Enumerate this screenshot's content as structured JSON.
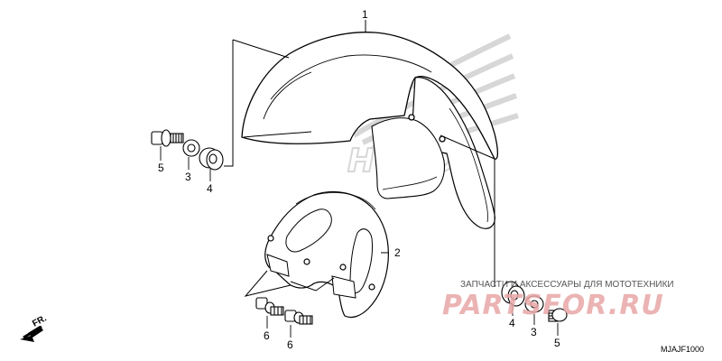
{
  "callouts": {
    "front_fender": "1",
    "fender_stay": "2",
    "washer_left": "3",
    "grommet_left": "4",
    "bolt_left": "5",
    "bolt_6a": "6",
    "bolt_6b": "6",
    "grommet_right": "4",
    "washer_right": "3",
    "bolt_right": "5"
  },
  "direction_label": "FR.",
  "diagram_code": "MJAJF1000",
  "watermark": {
    "brand_logo": "HONDA",
    "shop_tagline": "ЗАПЧАСТИ И АКСЕССУАРЫ ДЛЯ МОТОТЕХНИКИ",
    "shop_wordmark": "PARTSFOR.RU"
  },
  "colors": {
    "line": "#000000",
    "watermark_red": "#e8a6a6",
    "watermark_gray": "#c8c8c8"
  }
}
